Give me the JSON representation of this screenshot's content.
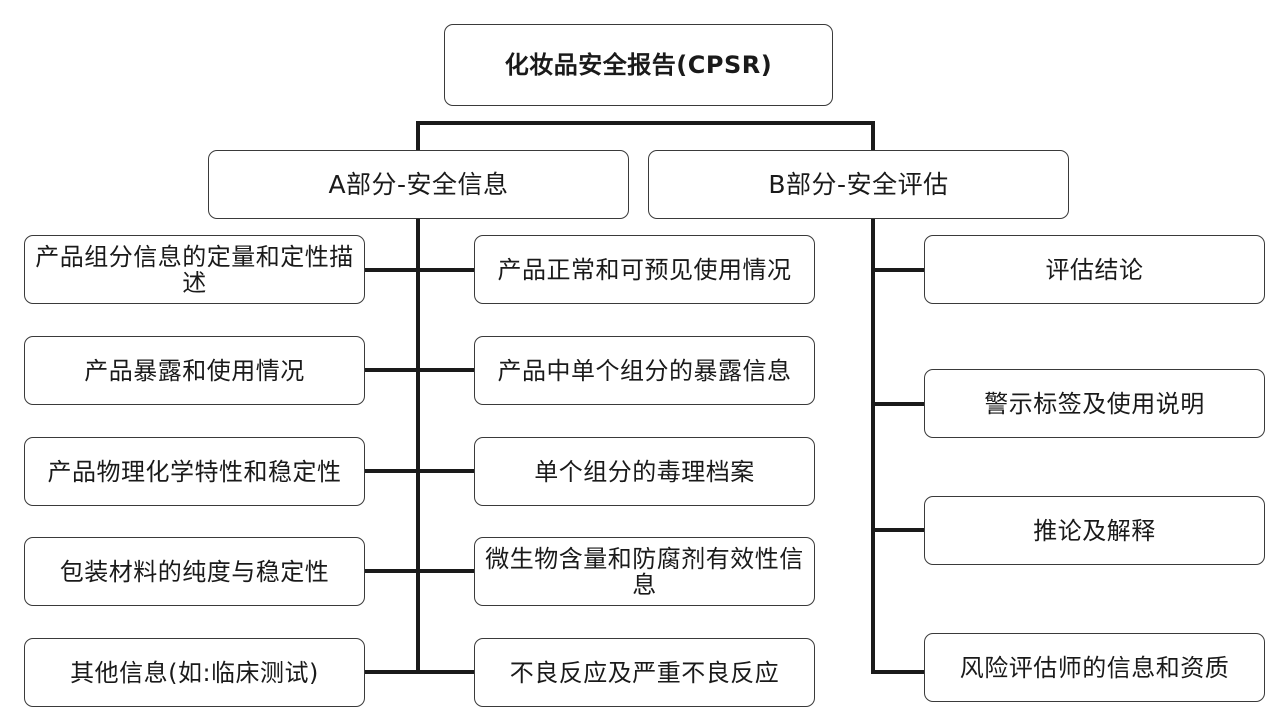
{
  "root": {
    "title": "化妆品安全报告(CPSR)"
  },
  "section_a": {
    "title": "A部分-安全信息",
    "left_items": [
      "产品组分信息的定量和定性描述",
      "产品暴露和使用情况",
      "产品物理化学特性和稳定性",
      "包装材料的纯度与稳定性",
      "其他信息(如:临床测试)"
    ],
    "right_items": [
      "产品正常和可预见使用情况",
      "产品中单个组分的暴露信息",
      "单个组分的毒理档案",
      "微生物含量和防腐剂有效性信息",
      "不良反应及严重不良反应"
    ]
  },
  "section_b": {
    "title": "B部分-安全评估",
    "items": [
      "评估结论",
      "警示标签及使用说明",
      "推论及解释",
      "风险评估师的信息和资质"
    ]
  },
  "colors": {
    "line": "#1a1a1a",
    "border": "#3a3a3a",
    "text": "#1a1a1a"
  }
}
